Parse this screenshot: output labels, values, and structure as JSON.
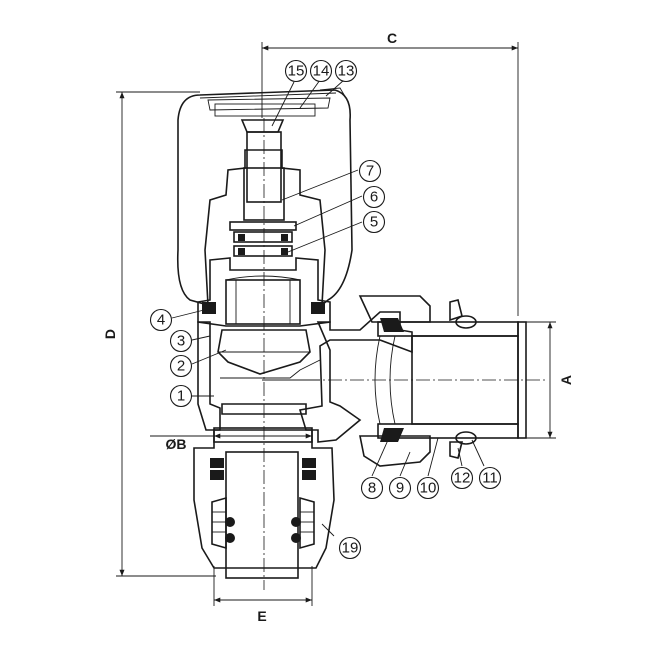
{
  "dimensions": {
    "C": "C",
    "D": "D",
    "A": "A",
    "B": "ØB",
    "E": "E"
  },
  "callouts": [
    "1",
    "2",
    "3",
    "4",
    "5",
    "6",
    "7",
    "8",
    "9",
    "10",
    "11",
    "12",
    "13",
    "14",
    "15",
    "19"
  ],
  "colors": {
    "line": "#1a1a1a",
    "background": "#ffffff"
  }
}
